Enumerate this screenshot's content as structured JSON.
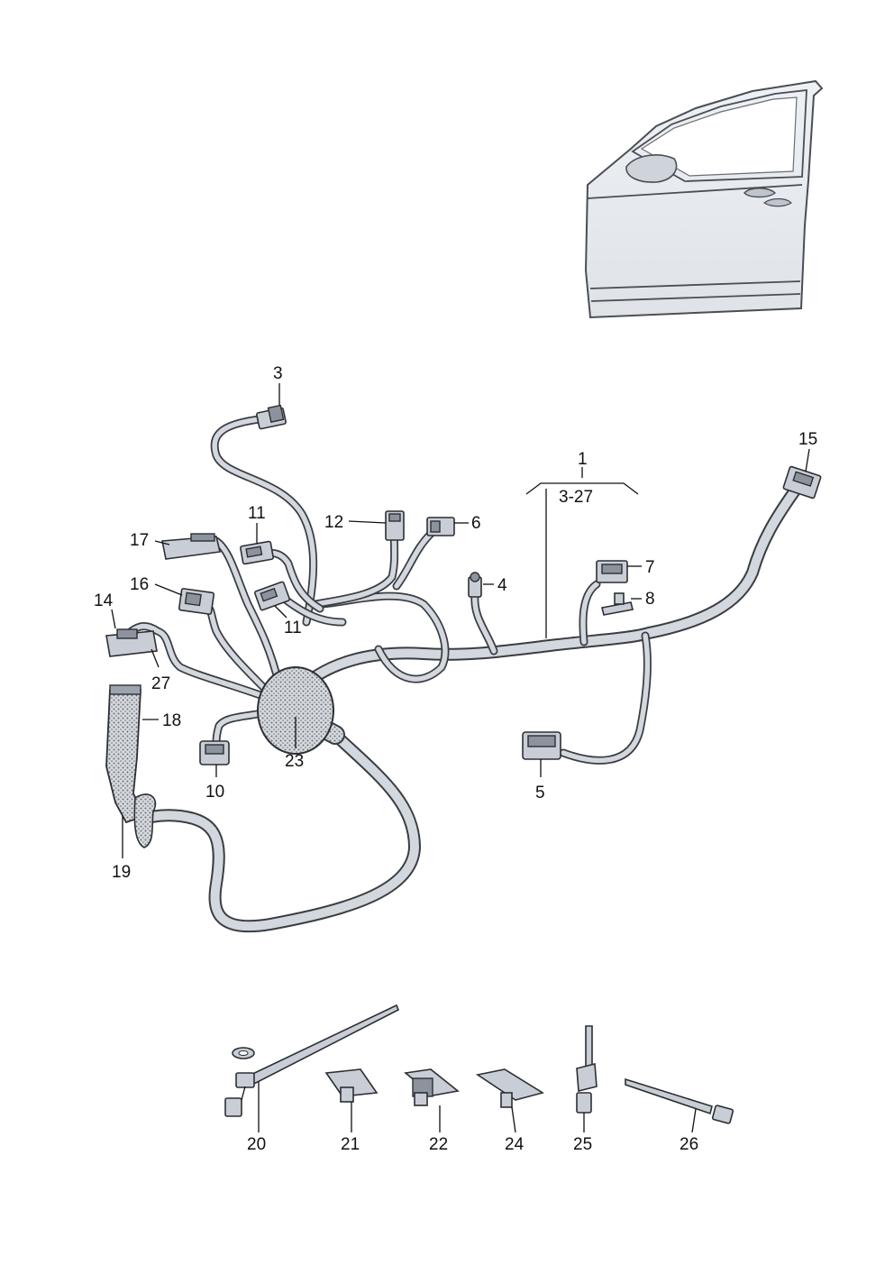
{
  "callouts": {
    "c1": "1",
    "c3_27": "3-27",
    "c3": "3",
    "c4": "4",
    "c5": "5",
    "c6": "6",
    "c7": "7",
    "c8": "8",
    "c10": "10",
    "c11a": "11",
    "c11b": "11",
    "c12": "12",
    "c14": "14",
    "c15": "15",
    "c16": "16",
    "c17": "17",
    "c18": "18",
    "c19": "19",
    "c20": "20",
    "c21": "21",
    "c22": "22",
    "c23": "23",
    "c24": "24",
    "c25": "25",
    "c26": "26",
    "c27": "27"
  },
  "colors": {
    "line": "#2c2f33",
    "cable_fill": "#d3d8de",
    "part_fill": "#c9ced6",
    "background": "#ffffff"
  }
}
